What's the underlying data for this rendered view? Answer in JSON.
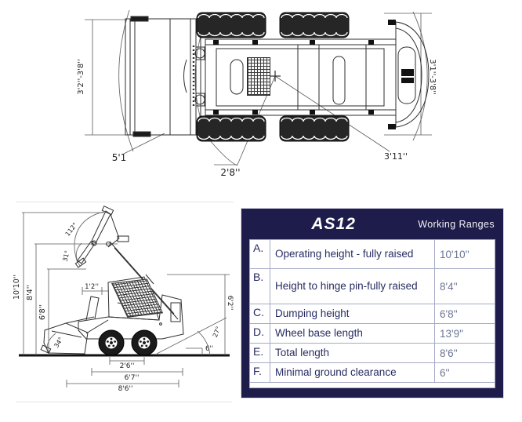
{
  "colors": {
    "navy": "#1e1c4a",
    "tborder": "#a6aac6",
    "label": "#272c63",
    "value": "#6d7694",
    "line": "#2e2e2e",
    "dim": "#5a5a5a"
  },
  "top_view": {
    "dim_width_range_left": "3'2''-3'8''",
    "dim_width_range_right": "3'1''-3'8''",
    "dim_bucket_width": "5'1",
    "dim_front_radius": "2'8''",
    "dim_rear_radius": "3'11''"
  },
  "side_view": {
    "dim_operating_height": "10'10''",
    "dim_hinge_pin_height": "8'4''",
    "dim_dump_height": "6'8''",
    "dim_arm_offset": "1'2''",
    "angle_bucket_rollback": "112°",
    "angle_dump": "31°",
    "angle_approach": "34°",
    "angle_departure": "27°",
    "dim_rear_height": "6'2''",
    "dim_ground_clearance": "6''",
    "dim_wheel_base": "2'6''",
    "dim_length_no_bucket": "6'7''",
    "dim_total_length": "8'6''"
  },
  "table": {
    "model": "AS12",
    "subtitle": "Working Ranges",
    "rows": [
      {
        "key": "A.",
        "label": "Operating height - fully raised",
        "value": "10'10''"
      },
      {
        "key": "B.",
        "label": "Height to hinge pin-fully raised",
        "value": "8'4''"
      },
      {
        "key": "C.",
        "label": "Dumping height",
        "value": "6'8''"
      },
      {
        "key": "D.",
        "label": "Wheel base length",
        "value": "13'9''"
      },
      {
        "key": "E.",
        "label": "Total length",
        "value": "8'6''"
      },
      {
        "key": "F.",
        "label": "Minimal ground clearance",
        "value": "6''"
      }
    ]
  }
}
